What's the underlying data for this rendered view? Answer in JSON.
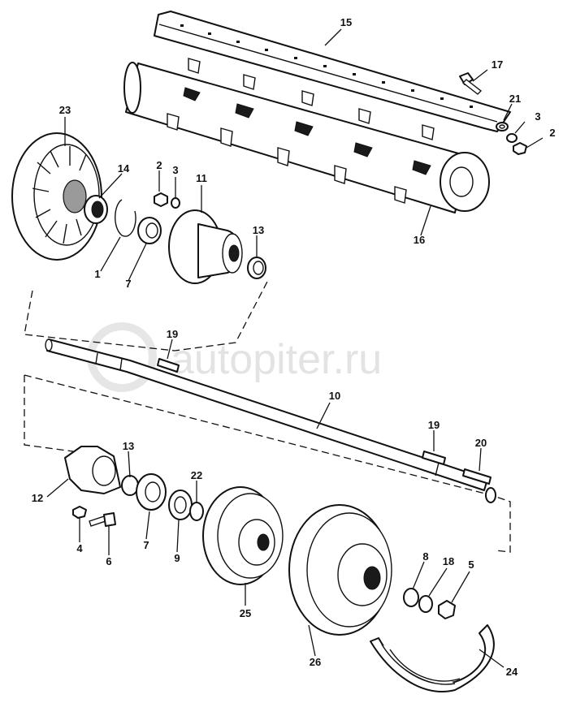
{
  "watermark": {
    "text": "autopiter.ru"
  },
  "callouts": {
    "c1": "1",
    "c2a": "2",
    "c2b": "2",
    "c3a": "3",
    "c3b": "3",
    "c4": "4",
    "c5": "5",
    "c6": "6",
    "c7a": "7",
    "c7b": "7",
    "c8": "8",
    "c9": "9",
    "c10": "10",
    "c11": "11",
    "c12": "12",
    "c13a": "13",
    "c13b": "13",
    "c14": "14",
    "c15": "15",
    "c16": "16",
    "c17": "17",
    "c18": "18",
    "c19a": "19",
    "c19b": "19",
    "c20": "20",
    "c21": "21",
    "c22": "22",
    "c23": "23",
    "c24": "24",
    "c25": "25",
    "c26": "26"
  }
}
